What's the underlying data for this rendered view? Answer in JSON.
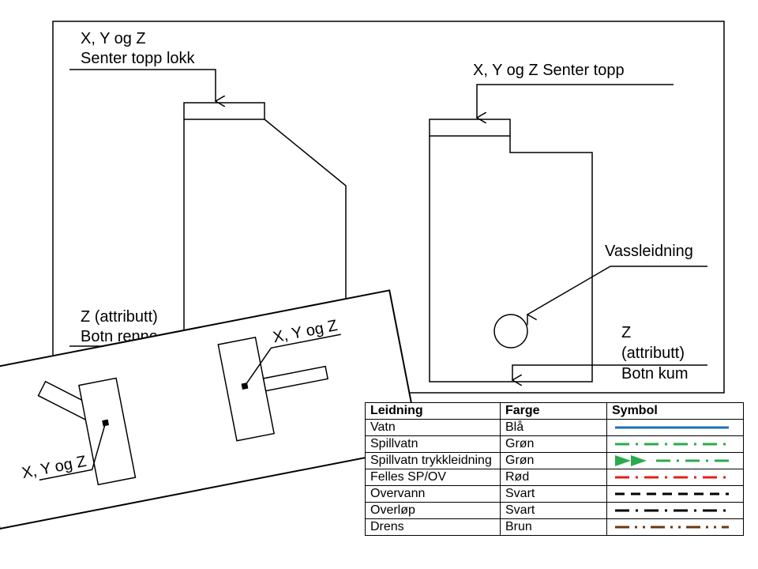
{
  "main": {
    "label_left_top_line1": "X, Y og Z",
    "label_left_top_line2": "Senter topp lokk",
    "label_right_top": "X, Y og Z Senter topp",
    "label_left_bottom_line1": "Z (attributt)",
    "label_left_bottom_line2": "Botn renne",
    "label_vassleidning": "Vassleidning",
    "label_right_bottom_line1": "Z",
    "label_right_bottom_line2": "(attributt)",
    "label_right_bottom_line3": "Botn kum"
  },
  "plan": {
    "label_left": "X, Y og Z",
    "label_right": "X, Y og Z"
  },
  "legend": {
    "headers": [
      "Leidning",
      "Farge",
      "Symbol"
    ],
    "rows": [
      {
        "leidning": "Vatn",
        "farge": "Blå",
        "symbol": "solid-line",
        "color": "#1f6fb8"
      },
      {
        "leidning": "Spillvatn",
        "farge": "Grøn",
        "symbol": "dash-dot-line",
        "color": "#2bab4e"
      },
      {
        "leidning": "Spillvatn trykkleidning",
        "farge": "Grøn",
        "symbol": "double-arrow-dash-dot-line",
        "color": "#2bab4e"
      },
      {
        "leidning": "Felles SP/OV",
        "farge": "Rød",
        "symbol": "dash-dot-line",
        "color": "#e0201b"
      },
      {
        "leidning": "Overvann",
        "farge": "Svart",
        "symbol": "dashed-line",
        "color": "#000000"
      },
      {
        "leidning": "Overløp",
        "farge": "Svart",
        "symbol": "dash-dot-line",
        "color": "#000000"
      },
      {
        "leidning": "Drens",
        "farge": "Brun",
        "symbol": "dash-dot-dot-line",
        "color": "#6b3a12"
      }
    ]
  }
}
